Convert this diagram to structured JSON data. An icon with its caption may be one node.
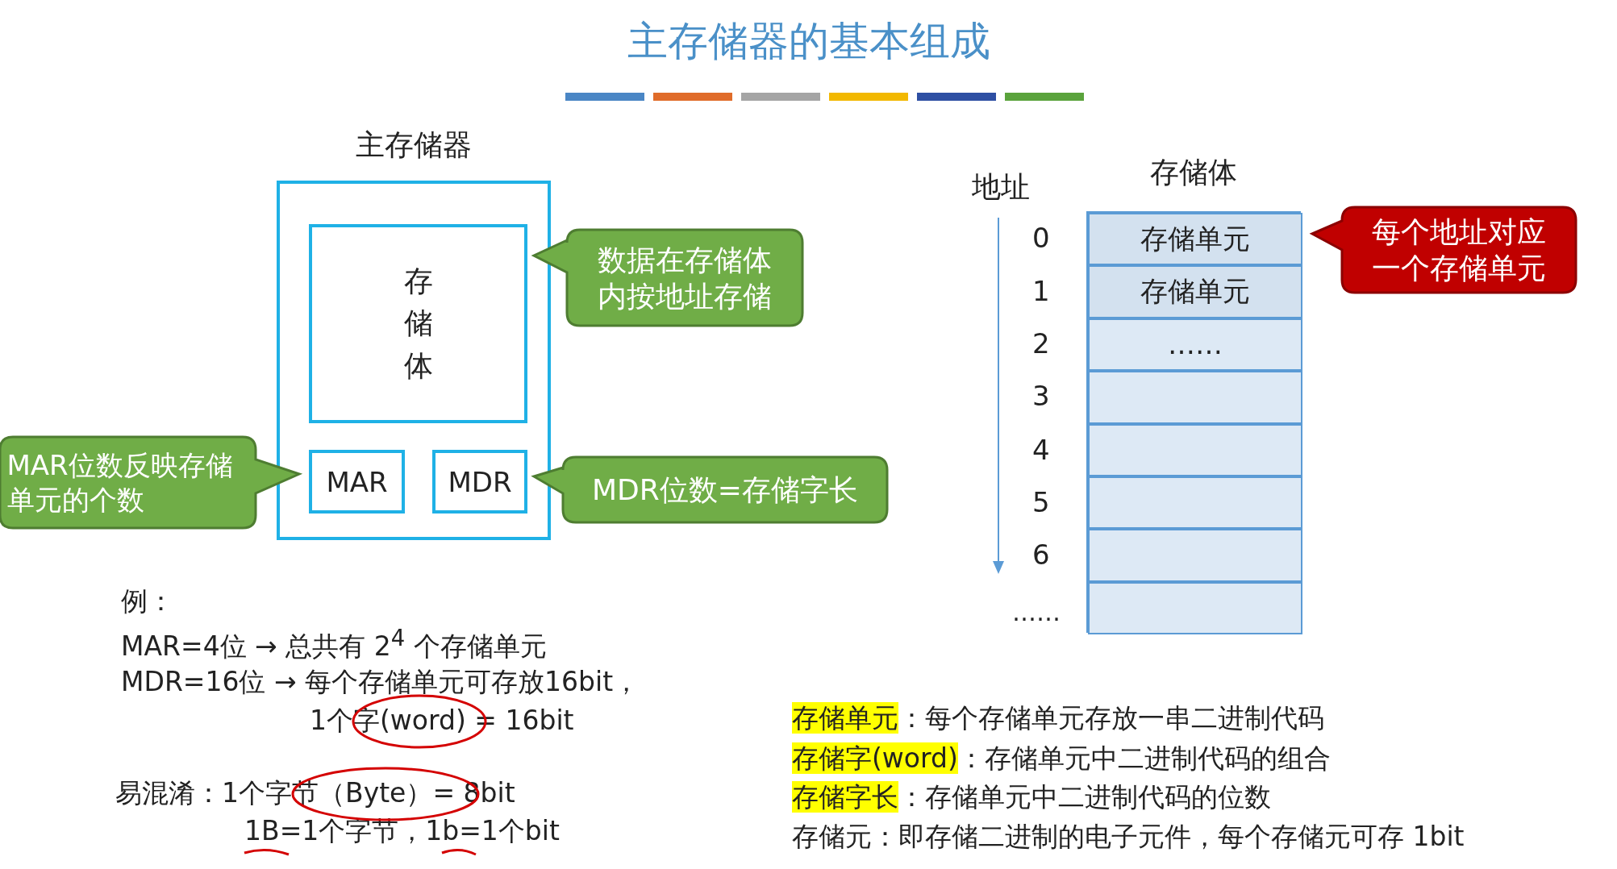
{
  "diagram": {
    "title": "主存储器的基本组成",
    "nodes": [
      {
        "text": [
          "主存储器"
        ]
      },
      {
        "text": [
          "存储体"
        ],
        "in": 0
      },
      {
        "text": [
          "MAR"
        ],
        "in": 0
      },
      {
        "text": [
          "MDR"
        ],
        "in": 0
      },
      {
        "text": [
          "数据在存储体内按地址存储"
        ]
      },
      {
        "text": [
          "MAR位数反映存储单元的个数"
        ]
      },
      {
        "text": [
          "MDR位数=存储字长"
        ]
      },
      {
        "text": [
          "存储体"
        ]
      },
      {
        "text": [
          "存储单元"
        ],
        "in": 7
      },
      {
        "text": [
          "存储单元"
        ],
        "in": 7
      },
      {
        "text": [
          "……"
        ],
        "in": 7
      },
      {
        "text": [],
        "shape": "box",
        "in": 7
      },
      {
        "text": [],
        "shape": "box",
        "in": 7
      },
      {
        "text": [],
        "shape": "box",
        "in": 7
      },
      {
        "text": [],
        "shape": "box",
        "in": 7
      },
      {
        "text": [],
        "shape": "box",
        "in": 7
      },
      {
        "text": [
          "每个地址对应一个存储单元"
        ]
      }
    ],
    "labels": [
      "地址",
      "0",
      "1",
      "2",
      "3",
      "4",
      "5",
      "6",
      "……",
      "例：",
      "MAR=4位 → 总共有 2$^{4}$ 个存储单元",
      "MDR=16位 → 每个存储单元可存放16bit，",
      "1个字(word) = 16bit",
      "易混淆：1个字节（Byte）= 8bit",
      "1B=1个字节，1b=1个bit",
      "存储单元",
      "：每个存储单元存放一串二进制代码",
      "存储字(word)",
      "：存储单元中二进制代码的组合",
      "存储字长",
      "：存储单元中二进制代码的位数",
      "存储元：即存储二进制的电子元件，每个存储元可存 1bit"
    ]
  }
}
